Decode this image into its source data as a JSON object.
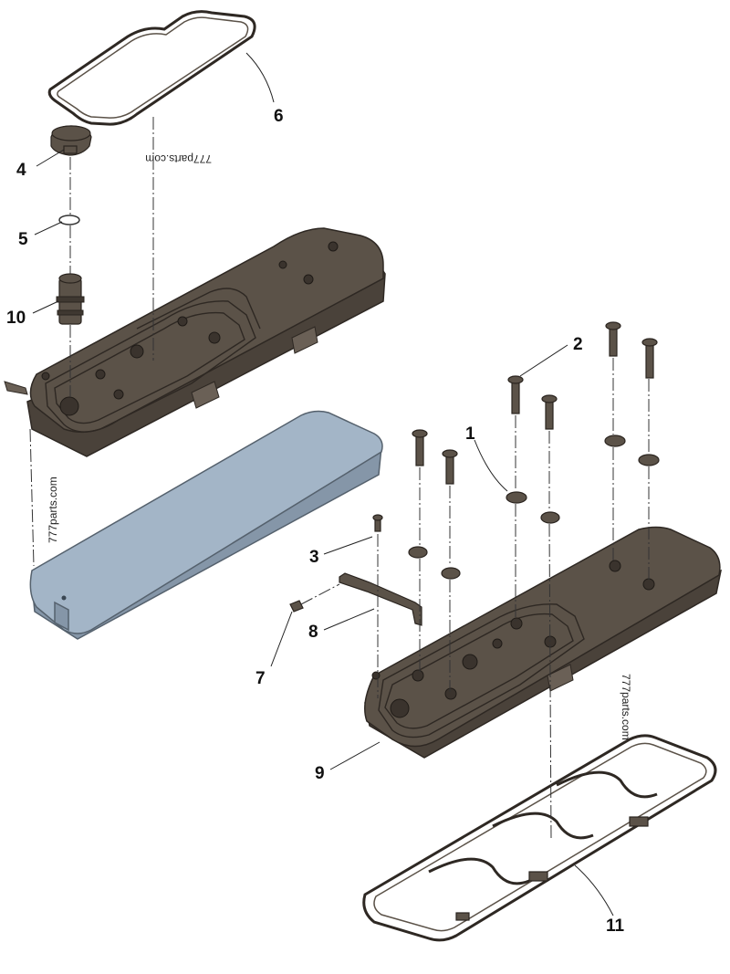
{
  "callouts": {
    "c1": "1",
    "c2": "2",
    "c3": "3",
    "c4": "4",
    "c5": "5",
    "c6": "6",
    "c7": "7",
    "c8": "8",
    "c9": "9",
    "c10": "10",
    "c11": "11"
  },
  "watermarks": {
    "top": "777parts.com",
    "left": "777parts.com",
    "right": "777parts.com"
  },
  "colors": {
    "cover": "#5b5248",
    "baffle": "#a3b5c7",
    "lines": "#222222"
  }
}
